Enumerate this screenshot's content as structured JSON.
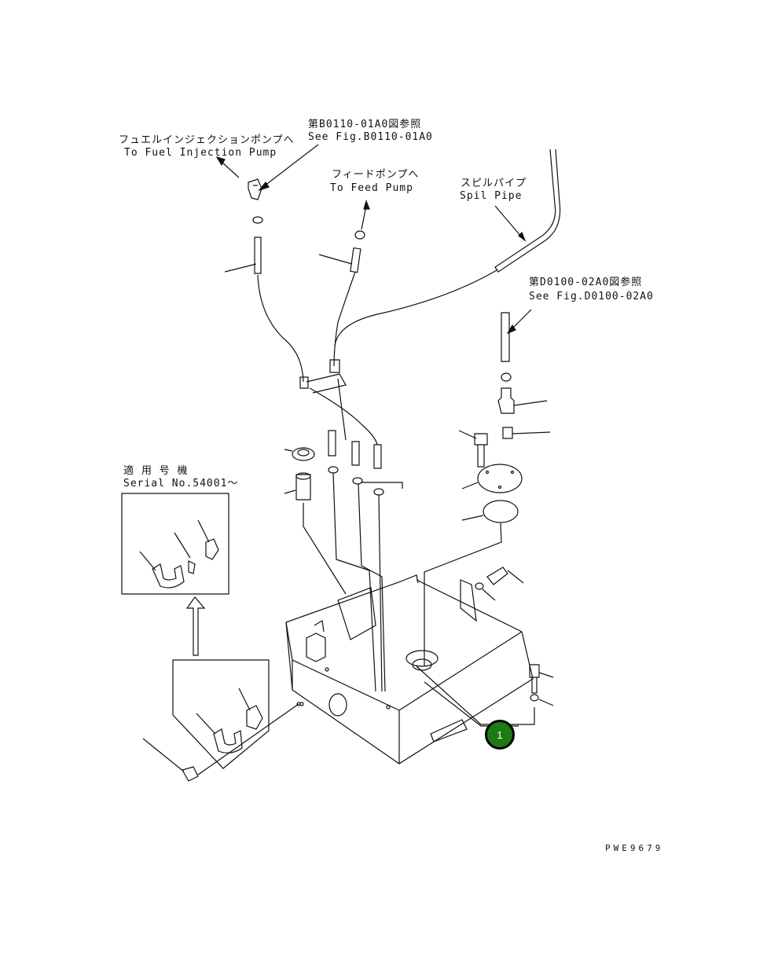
{
  "labels": {
    "fuel_injection_jp": "フュエルインジェクションポンプへ",
    "fuel_injection_en": "To Fuel Injection Pump",
    "see_b0110_jp": "第B0110-01A0図参照",
    "see_b0110_en": "See Fig.B0110-01A0",
    "feed_pump_jp": "フィードポンプへ",
    "feed_pump_en": "To Feed Pump",
    "spill_pipe_jp": "スピルパイプ",
    "spill_pipe_en": "Spil Pipe",
    "see_d0100_jp": "第D0100-02A0図参照",
    "see_d0100_en": "See Fig.D0100-02A0",
    "serial_jp": "適 用 号 機",
    "serial_en": "Serial No.54001～",
    "drawing_code": "PWE9679"
  },
  "callouts": [
    {
      "number": "1",
      "color": "#1e7a14"
    }
  ]
}
